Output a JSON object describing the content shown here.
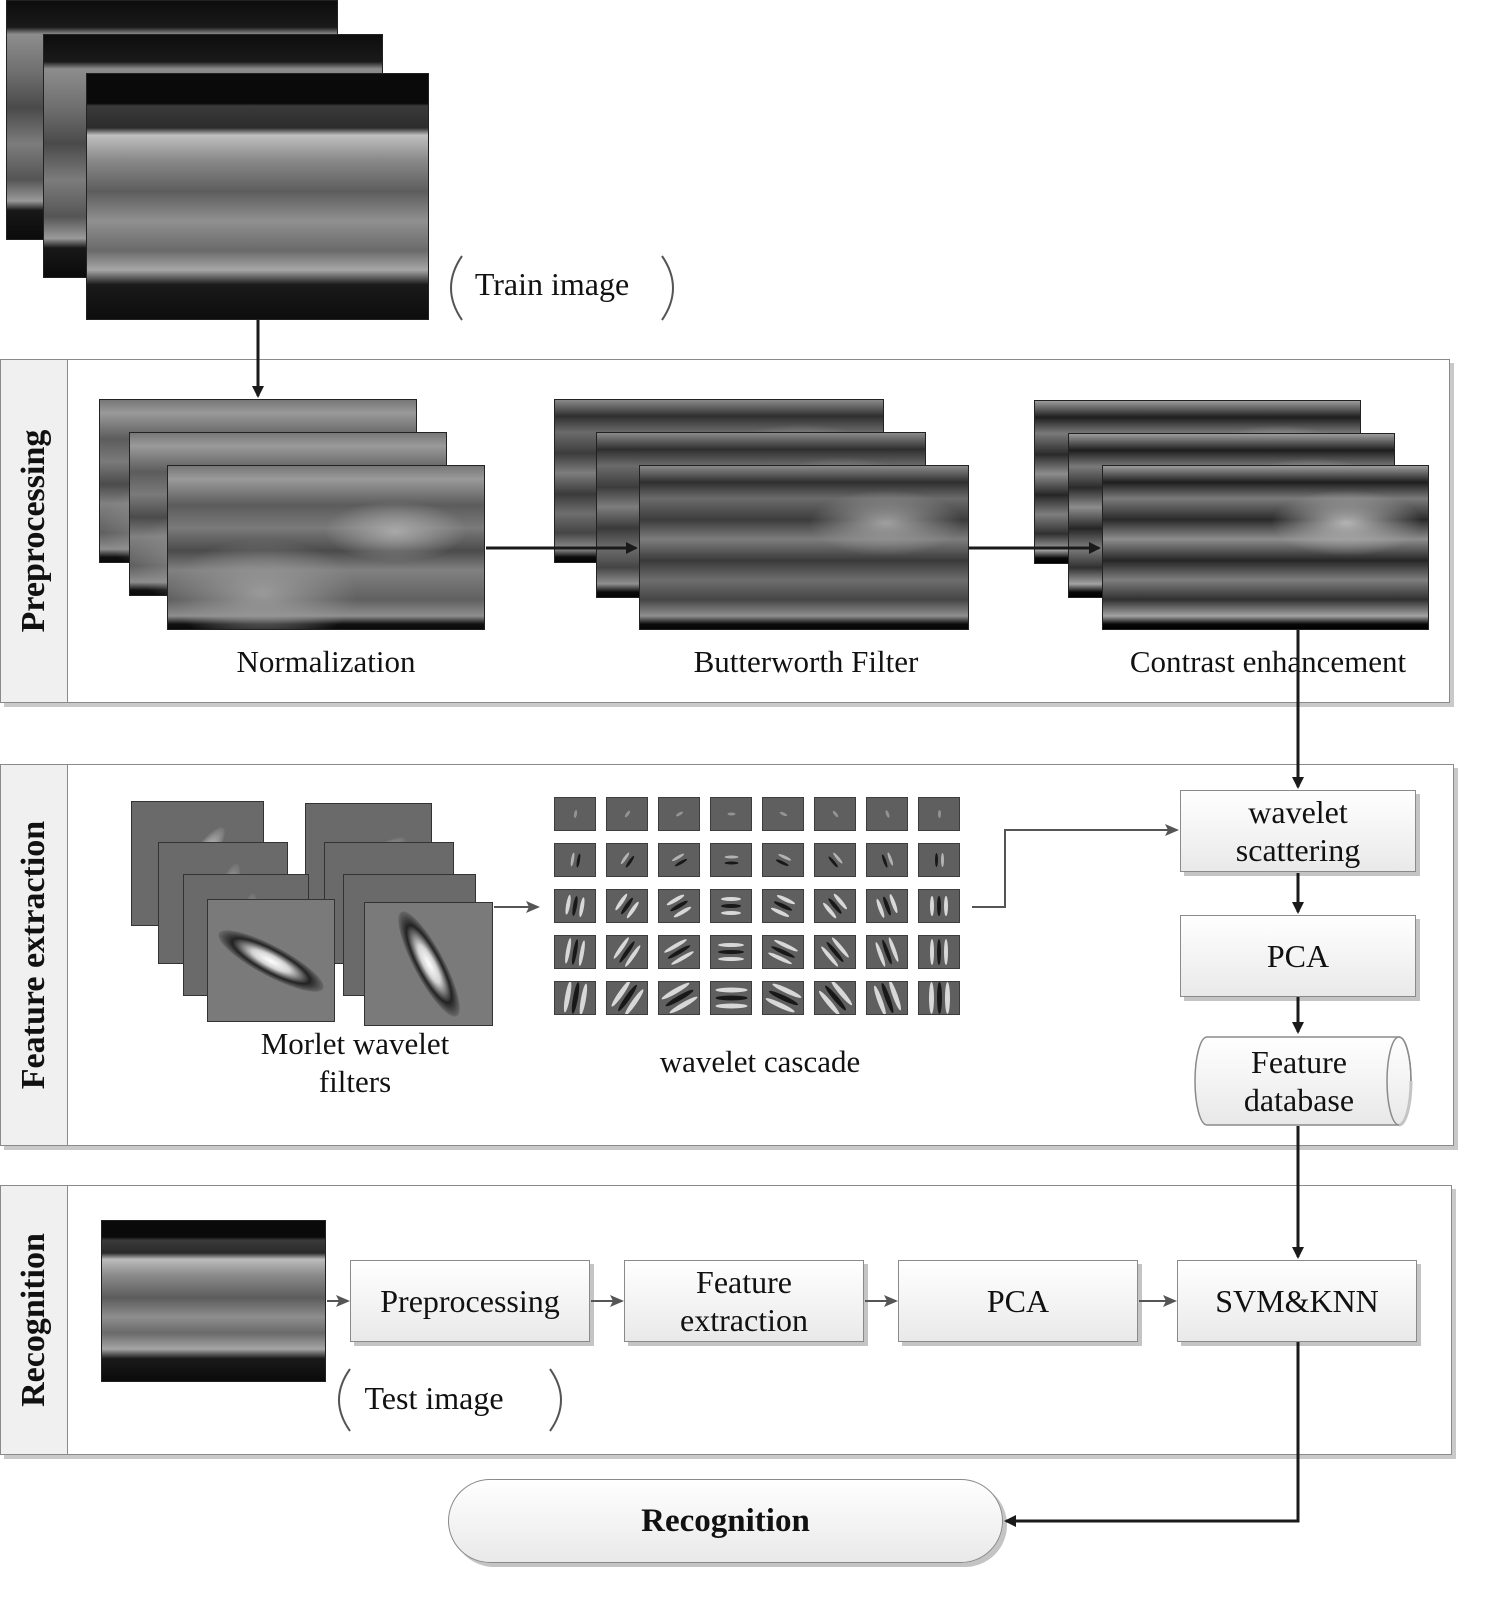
{
  "train": {
    "label": "Train image"
  },
  "panels": {
    "preprocessing": {
      "title": "Preprocessing",
      "stages": [
        "Normalization",
        "Butterworth Filter",
        "Contrast enhancement"
      ]
    },
    "feature_extraction": {
      "title": "Feature extraction",
      "morlet_label_line1": "Morlet wavelet",
      "morlet_label_line2": "filters",
      "cascade_label": "wavelet cascade",
      "scattering_line1": "wavelet",
      "scattering_line2": "scattering",
      "pca": "PCA",
      "database_line1": "Feature",
      "database_line2": "database"
    },
    "recognition": {
      "title": "Recognition",
      "steps": {
        "preprocessing": "Preprocessing",
        "feature_line1": "Feature",
        "feature_line2": "extraction",
        "pca": "PCA",
        "classifier": "SVM&KNN"
      },
      "test_label": "Test image"
    }
  },
  "result": {
    "label": "Recognition"
  },
  "colors": {
    "panel_border": "#8a8a8a",
    "side_fill": "#f0f0f0",
    "arrow": "#1a1a1a",
    "gray_arrow": "#555555"
  }
}
